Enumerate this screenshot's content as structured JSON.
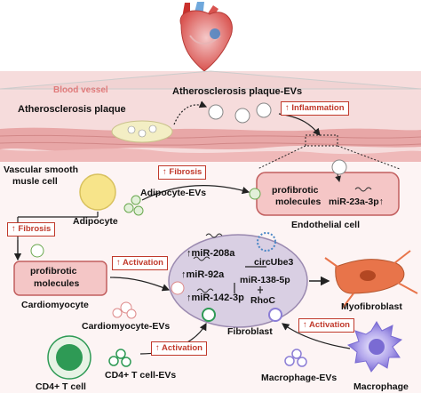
{
  "labels": {
    "blood_vessel": "Blood vessel",
    "plaque_evs": "Atherosclerosis plaque-EVs",
    "plaque": "Atherosclerosis plaque",
    "vsmc_line1": "Vascular smooth",
    "vsmc_line2": "musle cell",
    "adipocyte_evs": "Adipocyte-EVs",
    "adipocyte": "Adipocyte",
    "profibrotic_line1": "profibrotic",
    "profibrotic_line2": "molecules",
    "endothelial": "Endothelial cell",
    "cardiomyocyte": "Cardiomyocyte",
    "cardiomyocyte_evs": "Cardiomyocyte-EVs",
    "fibroblast": "Fibroblast",
    "myofibroblast": "Myofibroblast",
    "cd4_evs": "CD4+ T cell-EVs",
    "cd4": "CD4+ T cell",
    "macrophage_evs": "Macrophage-EVs",
    "macrophage": "Macrophage"
  },
  "badges": {
    "inflammation": "↑ Inflammation",
    "fibrosis_top": "↑ Fibrosis",
    "fibrosis_left": "↑ Fibrosis",
    "activation_card": "↑ Activation",
    "activation_cd4": "↑ Activation",
    "activation_mac": "↑ Activation"
  },
  "mirnas": {
    "mir23a": "miR-23a-3p",
    "mir208a": "miR-208a",
    "circube3": "circUbe3",
    "mir92a": "miR-92a",
    "mir138": "miR-138-5p",
    "mir142": "miR-142-3p",
    "rhoc": "RhoC",
    "up_arrow": "↑"
  },
  "colors": {
    "vessel_band": "#f6dcdc",
    "vessel_wall": "#e8a7a7",
    "badge_red": "#c0392b",
    "blood_vessel_label": "#e07b7b",
    "adipocyte_yellow": "#f7e48a",
    "ev_green": "#6aa84f",
    "fibroblast_purple": "#cbbbd9",
    "myofibroblast_orange": "#e8744a",
    "cd4_green": "#2e9a55",
    "macrophage_purple": "#8c7ed6"
  }
}
